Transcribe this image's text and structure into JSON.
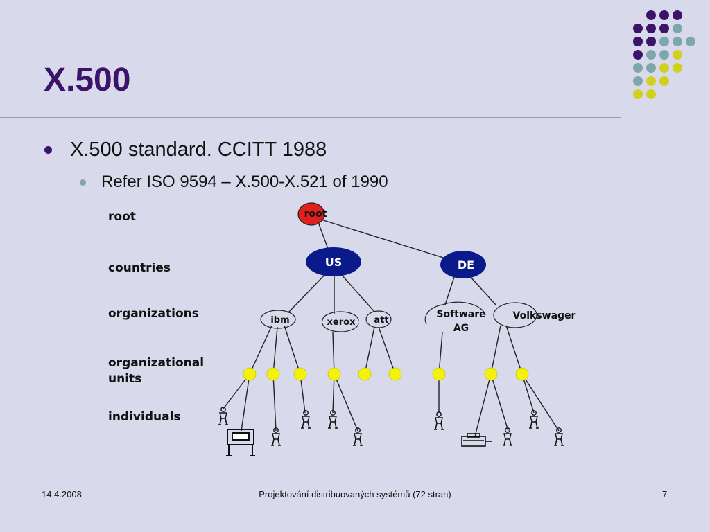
{
  "slide": {
    "title": "X.500",
    "bullets": [
      {
        "level": 1,
        "text": "X.500 standard. CCITT 1988"
      },
      {
        "level": 2,
        "text": "Refer ISO 9594 – X.500-X.521 of 1990"
      }
    ]
  },
  "diagram": {
    "levels": {
      "root": "root",
      "countries": "countries",
      "organizations": "organizations",
      "organizational_units_line1": "organizational",
      "organizational_units_line2": "units",
      "individuals": "individuals"
    },
    "nodes": {
      "root": "root",
      "us": "US",
      "de": "DE",
      "ibm": "ibm",
      "xerox": "xerox",
      "att": "att",
      "software_ag_line1": "Software",
      "software_ag_line2": "AG",
      "volkswagen": "Volkswager"
    }
  },
  "footer": {
    "date": "14.4.2008",
    "course": "Projektování distribuovaných systémů (72 stran)",
    "page": "7"
  },
  "colors": {
    "title": "#3b1368",
    "background": "#d9d9ec",
    "root_node": "#e0201e",
    "country_node": "#0b1a8a",
    "org_unit_node": "#f2f20a",
    "dot_purple": "#3b1368",
    "dot_teal": "#7ea6ad",
    "dot_yellow": "#cfd11e"
  }
}
